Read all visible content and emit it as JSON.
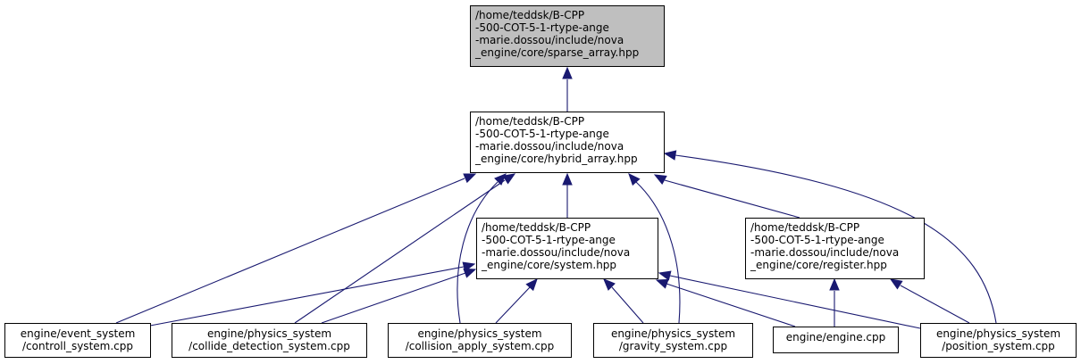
{
  "graph": {
    "nodes": [
      {
        "id": "sparse_array",
        "label": "/home/teddsk/B-CPP\n-500-COT-5-1-rtype-ange\n-marie.dossou/include/nova\n_engine/core/sparse_array.hpp",
        "highlighted": true
      },
      {
        "id": "hybrid_array",
        "label": "/home/teddsk/B-CPP\n-500-COT-5-1-rtype-ange\n-marie.dossou/include/nova\n_engine/core/hybrid_array.hpp"
      },
      {
        "id": "system",
        "label": "/home/teddsk/B-CPP\n-500-COT-5-1-rtype-ange\n-marie.dossou/include/nova\n_engine/core/system.hpp"
      },
      {
        "id": "register",
        "label": "/home/teddsk/B-CPP\n-500-COT-5-1-rtype-ange\n-marie.dossou/include/nova\n_engine/core/register.hpp"
      },
      {
        "id": "controll_system",
        "label": "engine/event_system\n/controll_system.cpp"
      },
      {
        "id": "collide_detection",
        "label": "engine/physics_system\n/collide_detection_system.cpp"
      },
      {
        "id": "collision_apply",
        "label": "engine/physics_system\n/collision_apply_system.cpp"
      },
      {
        "id": "gravity_system",
        "label": "engine/physics_system\n/gravity_system.cpp"
      },
      {
        "id": "engine_cpp",
        "label": "engine/engine.cpp"
      },
      {
        "id": "position_system",
        "label": "engine/physics_system\n/position_system.cpp"
      }
    ],
    "edges": [
      {
        "from": "hybrid_array",
        "to": "sparse_array"
      },
      {
        "from": "controll_system",
        "to": "hybrid_array"
      },
      {
        "from": "collide_detection",
        "to": "hybrid_array"
      },
      {
        "from": "collision_apply",
        "to": "hybrid_array"
      },
      {
        "from": "system",
        "to": "hybrid_array"
      },
      {
        "from": "gravity_system",
        "to": "hybrid_array"
      },
      {
        "from": "register",
        "to": "hybrid_array"
      },
      {
        "from": "position_system",
        "to": "hybrid_array"
      },
      {
        "from": "controll_system",
        "to": "system"
      },
      {
        "from": "collide_detection",
        "to": "system"
      },
      {
        "from": "collision_apply",
        "to": "system"
      },
      {
        "from": "gravity_system",
        "to": "system"
      },
      {
        "from": "engine_cpp",
        "to": "system"
      },
      {
        "from": "position_system",
        "to": "system"
      },
      {
        "from": "engine_cpp",
        "to": "register"
      },
      {
        "from": "position_system",
        "to": "register"
      }
    ]
  },
  "colors": {
    "edge": "#191970",
    "node_border": "#000000",
    "highlight_fill": "#bfbfbf"
  }
}
